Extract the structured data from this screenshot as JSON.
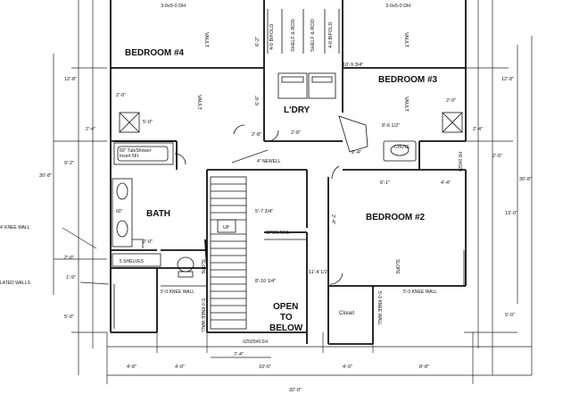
{
  "rooms": {
    "bedroom4": "BEDROOM #4",
    "bedroom3": "BEDROOM #3",
    "bedroom2": "BEDROOM #2",
    "laundry": "L'DRY",
    "bath": "BATH",
    "open_below_1": "OPEN",
    "open_below_2": "TO",
    "open_below_3": "BELOW",
    "closet": "Closet"
  },
  "notes": {
    "window_left": "3-0x5-0 DH",
    "window_right": "3-0x5-0 DH",
    "bifold_left": "4-0 BIFOLD",
    "shelf_rod_1": "SHELF & ROD",
    "shelf_rod_2": "SHELF & ROD",
    "bifold_right": "4-0 BIFOLD",
    "vault_1": "VAULT",
    "vault_2": "VAULT",
    "vault_3": "VAULT",
    "vault_4": "VAULT",
    "tub": "60\" Tub/Shower",
    "tub2": "Insert 5Ft",
    "sixty": "60\"",
    "five_shelves": "5 SHELVES",
    "newell": "4\" NEWELL",
    "open_rail": "OPEN RAIL",
    "knee_wall_left": "4' KNEE WALL",
    "insulated_walls": "LATED WALLS",
    "knee_wall_5_left": "5'-0 KNEE WALL",
    "knee_wall_5_right": "5'-0 KNEE WALL",
    "knee_wall_vert_left": "5'-0 KNEE WALL",
    "knee_wall_vert_right": "5'-0 KNEE WALL",
    "slope_left": "SLOPE",
    "slope_right": "SLOPE",
    "up_arrow": "UP",
    "h_window": "H3 0#0Z0Z0",
    "right_window": "H0 0#0Z0",
    "chute": "CHUTE"
  },
  "dimensions": {
    "d_6_2": "6'-2\"",
    "d_10_9": "10'-9 3/4\"",
    "d_6_6": "6'-6\"",
    "d_2_0_left": "2'-0\"",
    "d_2_0_right": "2'-0\"",
    "d_5_0": "5'-0\"",
    "d_2_4_left": "2'-4\"",
    "d_2_4_right": "2'-4\"",
    "d_8_6": "8'-6 1/2\"",
    "d_2_8": "2'-8\"",
    "d_2_8b": "2'-8\"",
    "d_2_4c": "2'-4\"",
    "d_2_6": "2'-6\"",
    "d_12_8_left": "12'-8\"",
    "d_12_8_right": "12'-8\"",
    "d_9_2": "9'-2\"",
    "d_30_8_left": "30'-8\"",
    "d_30_8_right": "30'-8\"",
    "d_13_0": "13'-0\"",
    "d_6_1": "6'-1\"",
    "d_4_4": "4'-4\"",
    "d_5_7": "5'-7 3/4\"",
    "d_2_4_stair": "2'-4\"",
    "d_11_4": "11'-4 1/2\"",
    "d_8_10": "8'-10 1/4\"",
    "d_2_0_bath": "2'-0\"",
    "d_2_0_side": "2'-0\"",
    "d_1_9": "1'-9\"",
    "d_5_0_side": "5'-0\"",
    "d_5_0_right": "5'-0\"",
    "d_7_4": "7'-4\"",
    "b_4_8": "4'-8\"",
    "b_4_0_a": "4'-0\"",
    "b_10_6": "10'-6\"",
    "b_4_0_b": "4'-0\"",
    "b_8_8": "8'-8\"",
    "total": "32'-0\""
  }
}
